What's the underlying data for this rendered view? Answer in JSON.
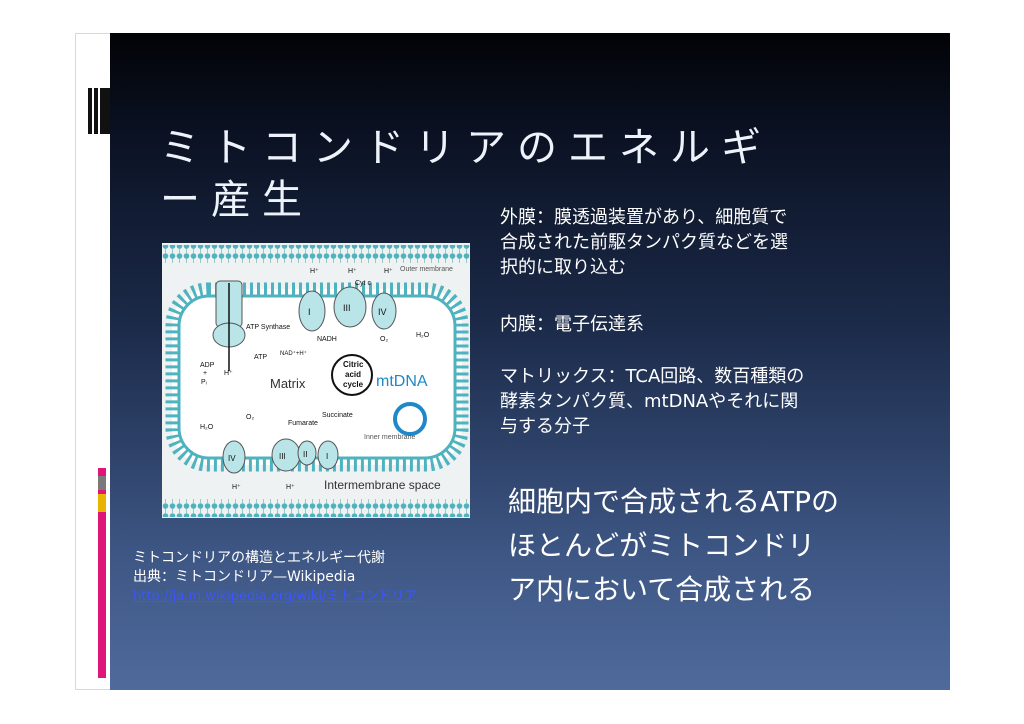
{
  "slide": {
    "title_line1": "ミトコンドリアのエネルギ",
    "title_line2": "ー産生",
    "para_outer": [
      "外膜：膜透過装置があり、細胞質で",
      "合成された前駆タンパク質などを選",
      "択的に取り込む"
    ],
    "para_inner": "内膜：電子伝達系",
    "para_matrix": [
      "マトリックス：TCA回路、数百種類の",
      "酵素タンパク質、mtDNAやそれに関",
      "与する分子"
    ],
    "conclusion": [
      "細胞内で合成されるATPの",
      "ほとんどがミトコンドリ",
      "ア内において合成される"
    ]
  },
  "figure": {
    "outer_membrane": "Outer membrane",
    "inner_membrane": "Inner membrane",
    "matrix": "Matrix",
    "intermembrane_space": "Intermembrane space",
    "citric_acid_cycle": "Citric acid cycle",
    "citric1": "Citric",
    "citric2": "acid",
    "citric3": "cycle",
    "mtdna": "mtDNA",
    "atp_synthase": "ATP Synthase",
    "nadh": "NADH",
    "nad": "NAD⁺+H⁺",
    "cytc": "Cyt c",
    "succinate": "Succinate",
    "fumarate": "Fumarate",
    "h2o": "H₂O",
    "o2": "O₂",
    "adp": "ADP",
    "plus": "+",
    "pi": "Pᵢ",
    "hplus": "H⁺",
    "atp_short": "ATP",
    "roman_1": "I",
    "roman_3": "III",
    "roman_4": "IV",
    "roman_2": "II"
  },
  "caption": {
    "line1": "ミトコンドリアの構造とエネルギー代謝",
    "line2": "出典：ミトコンドリア—Wikipedia",
    "link": "http://ja.m.wikipedia.org/wiki/ミトコンドリア"
  },
  "colors": {
    "slide_top": "#020306",
    "slide_bottom": "#4f6a9c",
    "membrane": "#4fb3bf",
    "accent_pink": "#e0157a",
    "accent_yellow": "#e8b400",
    "accent_gray": "#7a7a7a",
    "link_blue": "#3b56ff",
    "mtdna_blue": "#1e88c8"
  }
}
